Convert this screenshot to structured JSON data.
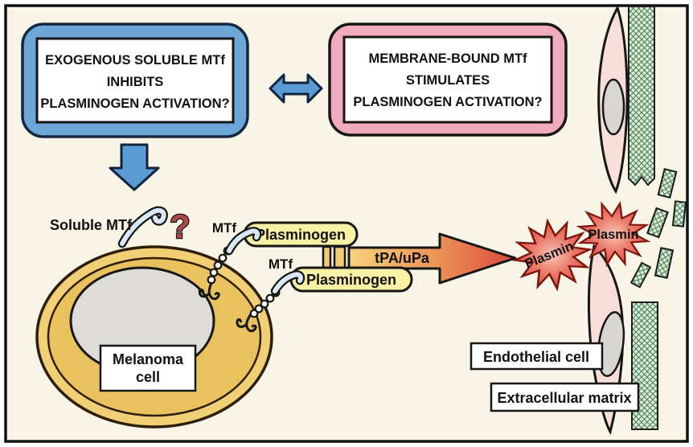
{
  "title_boxes": {
    "left": {
      "lines": [
        "EXOGENOUS SOLUBLE MTf",
        "INHIBITS",
        "PLASMINOGEN ACTIVATION?"
      ]
    },
    "right": {
      "lines": [
        "MEMBRANE-BOUND MTf",
        "STIMULATES",
        "PLASMINOGEN ACTIVATION?"
      ]
    }
  },
  "labels": {
    "soluble_mtf": "Soluble MTf",
    "question_mark": "?",
    "mtf_upper": "MTf",
    "mtf_lower": "MTf",
    "plasminogen_upper": "Plasminogen",
    "plasminogen_lower": "Plasminogen",
    "activator_arrow": "tPA/uPa",
    "plasmin_left": "Plasmin",
    "plasmin_right": "Plasmin",
    "melanoma_cell": [
      "Melanoma",
      "cell"
    ],
    "endothelial_cell": "Endothelial cell",
    "extracellular_matrix": "Extracellular matrix"
  },
  "colors": {
    "background": "#f8f4e6",
    "panel-blue": "#6ca7d8",
    "panel-pink": "#f2abbe",
    "arrow-blue": "#5b9bd5",
    "cell-gold-outer": "#f1cf74",
    "cell-gold-inner": "#e9c25e",
    "nucleus-gray": "#dedcd8",
    "pill-yellow": "#f8f0a2",
    "mtf-blue": "#d9e8f4",
    "burst-red": "#dd5246",
    "matrix-green": "#def0da",
    "endothelial-pink": "#f8ded8",
    "question-red": "#b24545"
  }
}
